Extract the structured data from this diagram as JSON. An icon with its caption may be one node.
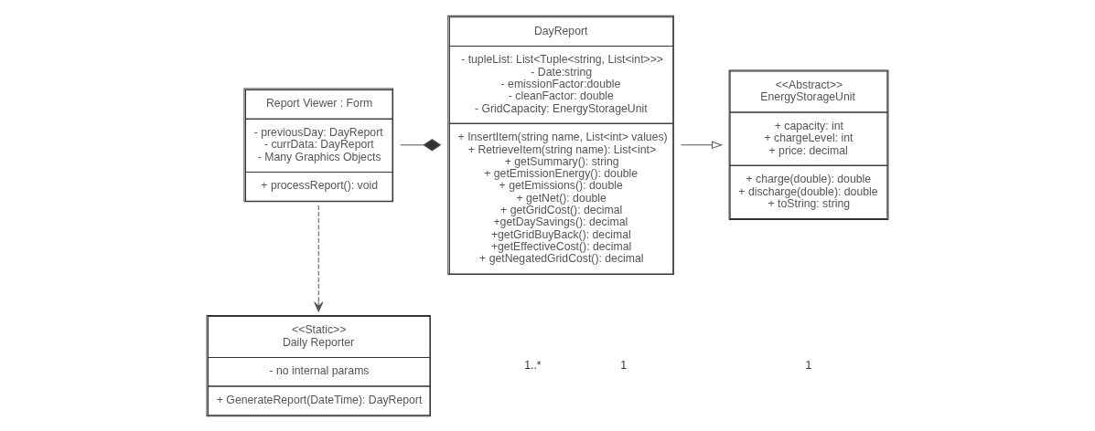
{
  "diagram": {
    "nodes": [
      {
        "text": [
          "<<Abstract>>",
          "EnergyStorageUnit",
          "+ capacity: int",
          "+ chargeLevel: int",
          "+ price: decimal",
          "+ charge(double): double",
          "+ discharge(double): double",
          "+ toString: string"
        ]
      },
      {
        "text": [
          "DayReport",
          "- tupleList: List<Tuple<string, List<int>>>",
          "- Date:string",
          "- emissionFactor:double",
          "- cleanFactor: double",
          "- GridCapacity: EnergyStorageUnit",
          "+ InsertItem(string name, List<int> values)",
          "+ RetrieveItem(string name): List<int>",
          "+ getSummary(): string",
          "+ getEmissionEnergy(): double",
          "+ getEmissions(): double",
          "+ getNet(): double",
          "+ getGridCost(): decimal",
          "+getDaySavings(): decimal",
          "+getGridBuyBack(): decimal",
          "+getEffectiveCost(): decimal",
          "+ getNegatedGridCost(): decimal"
        ]
      },
      {
        "text": [
          "Report Viewer : Form",
          "- previousDay: DayReport",
          "- currData: DayReport",
          "- Many Graphics Objects",
          "+ processReport(): void"
        ]
      },
      {
        "text": [
          "<<Static>>",
          "Daily Reporter",
          "- no internal params",
          "+ GenerateReport(DateTime): DayReport"
        ]
      }
    ],
    "edges": [
      {
        "from": 1,
        "to": 0,
        "arrow": "to"
      },
      {
        "from": 2,
        "to": 1,
        "arrow": "other"
      },
      {
        "from": 2,
        "to": 3,
        "arrow": "to",
        "style": "dashed"
      }
    ],
    "labels": [
      "1",
      "1",
      "1..*"
    ]
  }
}
